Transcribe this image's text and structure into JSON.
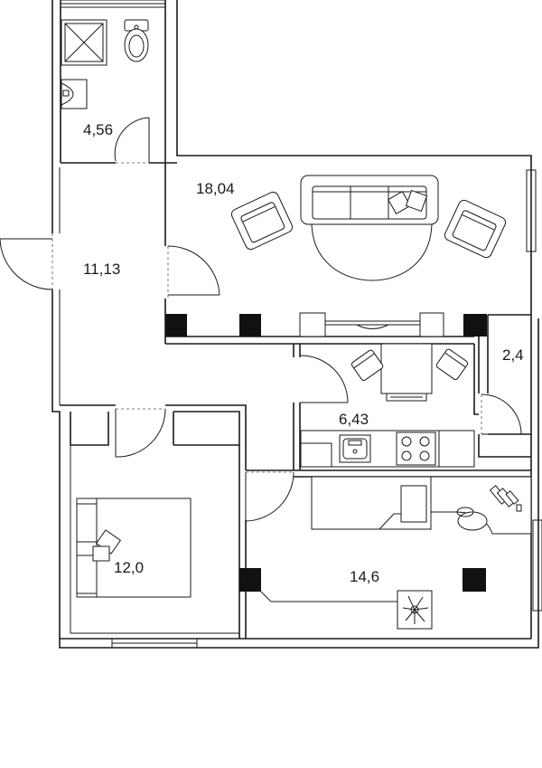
{
  "plan": {
    "rooms": [
      {
        "id": "bathroom",
        "area": "4,56"
      },
      {
        "id": "living",
        "area": "18,04"
      },
      {
        "id": "hall",
        "area": "11,13"
      },
      {
        "id": "storage",
        "area": "2,4"
      },
      {
        "id": "kitchen",
        "area": "6,43"
      },
      {
        "id": "bedroom",
        "area": "12,0"
      },
      {
        "id": "room",
        "area": "14,6"
      }
    ]
  }
}
